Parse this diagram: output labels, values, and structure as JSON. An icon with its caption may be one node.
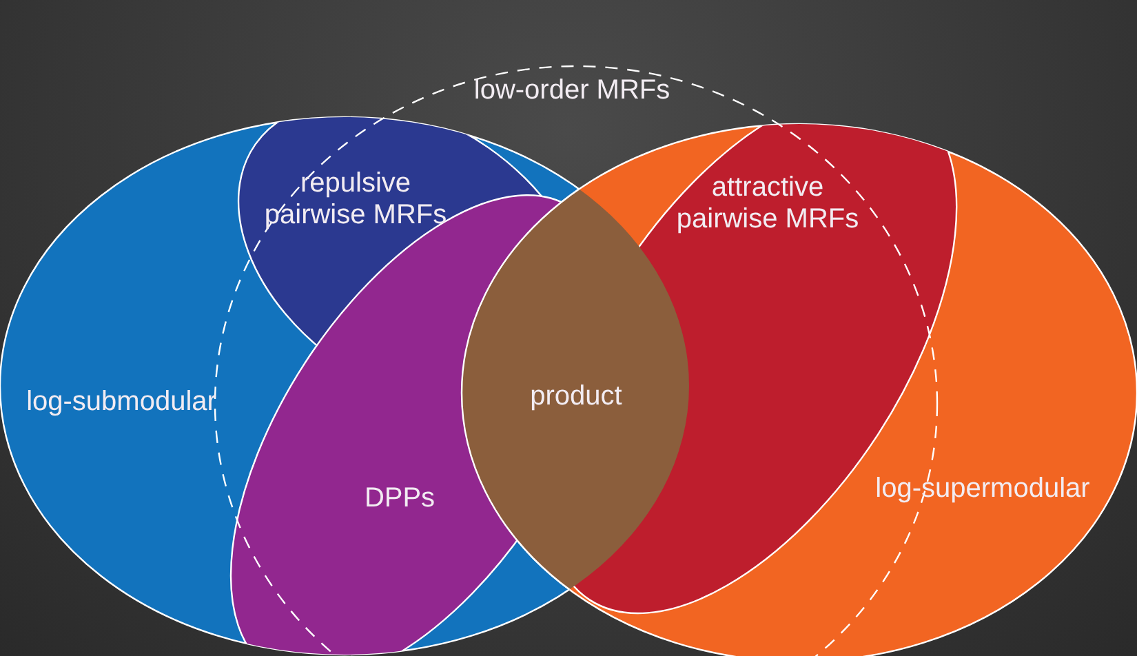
{
  "diagram": {
    "nodes": [
      {
        "text": [
          "low-order MRFs"
        ]
      },
      {
        "text": [
          "log-submodular"
        ]
      },
      {
        "text": [
          "repulsive pairwise MRFs"
        ]
      },
      {
        "text": [
          "attractive pairwise MRFs"
        ]
      },
      {
        "text": [
          "product"
        ]
      },
      {
        "text": [
          "DPPs"
        ]
      },
      {
        "text": [
          "log-supermodular"
        ]
      }
    ]
  }
}
